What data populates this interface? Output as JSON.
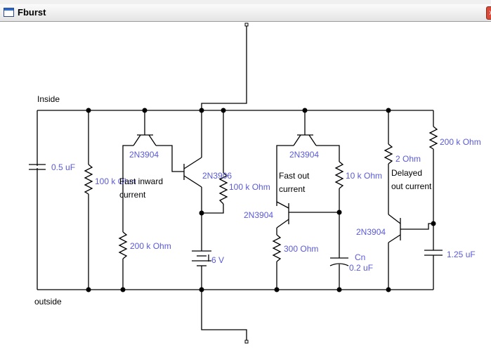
{
  "window": {
    "title": "Fburst",
    "close_glyph": "x"
  },
  "icons": {
    "app": "window-icon",
    "close": "close-icon"
  },
  "colors": {
    "value_label": "#5a5ad8",
    "text_label": "#000000",
    "wire": "#000000"
  },
  "circuit": {
    "inside": "Inside",
    "outside": "outside",
    "c_membrane": "0.5 uF",
    "r_leak": "100 k Ohm",
    "fast_inward_title": "Fast inward",
    "fast_inward_line2": "current",
    "q1": "2N3904",
    "q2": "2N3906",
    "r_fast_in": "200 k Ohm",
    "r_bias": "100 k Ohm",
    "battery": "6 V",
    "q3": "2N3904",
    "fast_out_title": "Fast out",
    "fast_out_line2": "current",
    "r_10k": "10 k Ohm",
    "q4": "2N3904",
    "r_300": "300  Ohm",
    "cn_name": "Cn",
    "cn_value": "0.2 uF",
    "r_2": "2  Ohm",
    "r_200k_right": "200 k Ohm",
    "delayed_title": "Delayed",
    "delayed_line2": "out current",
    "q5": "2N3904",
    "c_delay": "1.25 uF"
  }
}
